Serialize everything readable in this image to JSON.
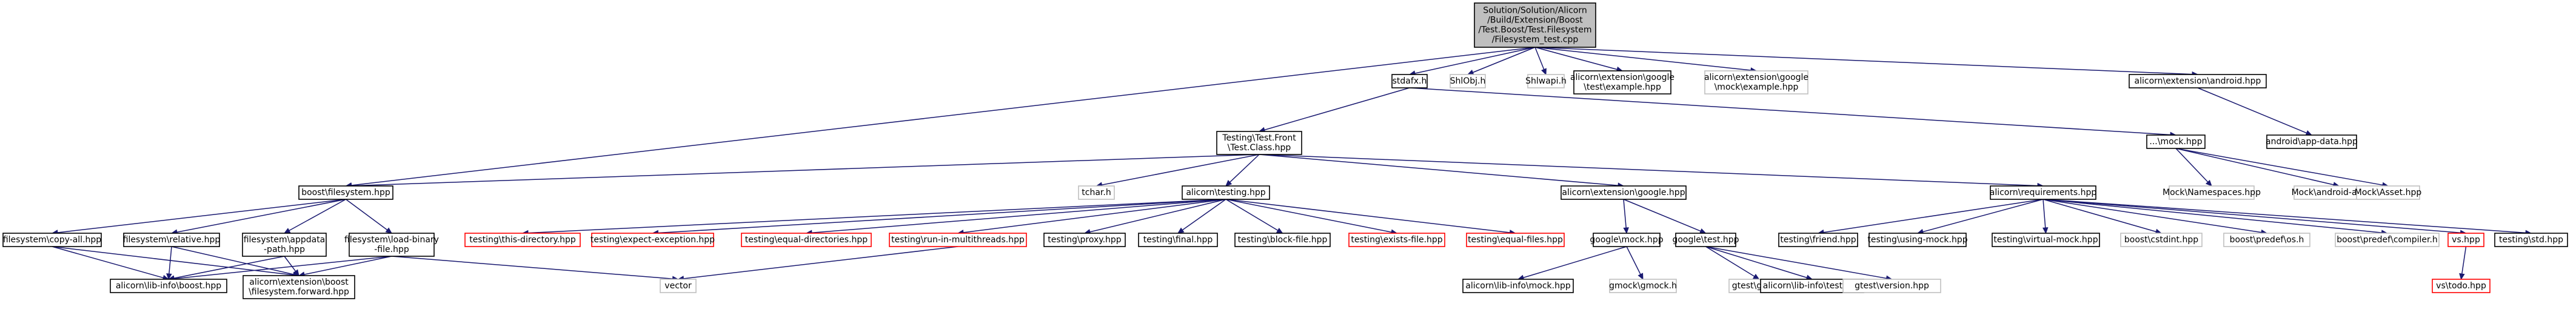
{
  "diagram": {
    "nodes": [
      {
        "id": "root",
        "lines": [
          "Solution/Solution/Alicorn",
          "/Build/Extension/Boost",
          "/Test.Boost/Test.Filesystem",
          "/Filesystem_test.cpp"
        ],
        "style": "root"
      },
      {
        "id": "stdafx",
        "lines": [
          "stdafx.h"
        ],
        "style": "normal"
      },
      {
        "id": "shlobj",
        "lines": [
          "ShlObj.h"
        ],
        "style": "missing"
      },
      {
        "id": "shlwapi",
        "lines": [
          "Shlwapi.h"
        ],
        "style": "missing"
      },
      {
        "id": "gtest_example",
        "lines": [
          "alicorn\\extension\\google",
          "\\test\\example.hpp"
        ],
        "style": "normal"
      },
      {
        "id": "gmock_example",
        "lines": [
          "alicorn\\extension\\google",
          "\\mock\\example.hpp"
        ],
        "style": "missing"
      },
      {
        "id": "android_hpp",
        "lines": [
          "alicorn\\extension\\android.hpp"
        ],
        "style": "normal"
      },
      {
        "id": "boost_fs",
        "lines": [
          "boost\\filesystem.hpp"
        ],
        "style": "normal"
      },
      {
        "id": "test_front",
        "lines": [
          "Testing\\Test.Front",
          "\\Test.Class.hpp"
        ],
        "style": "normal"
      },
      {
        "id": "mock_hpp",
        "lines": [
          "...\\mock.hpp"
        ],
        "style": "normal"
      },
      {
        "id": "android_app_data",
        "lines": [
          "android\\app-data.hpp"
        ],
        "style": "normal"
      },
      {
        "id": "tchar",
        "lines": [
          "tchar.h"
        ],
        "style": "missing"
      },
      {
        "id": "alicorn_testing",
        "lines": [
          "alicorn\\testing.hpp"
        ],
        "style": "normal"
      },
      {
        "id": "ext_google",
        "lines": [
          "alicorn\\extension\\google.hpp"
        ],
        "style": "normal"
      },
      {
        "id": "requirements",
        "lines": [
          "alicorn\\requirements.hpp"
        ],
        "style": "normal"
      },
      {
        "id": "mock_namespaces",
        "lines": [
          "Mock\\Namespaces.hpp"
        ],
        "style": "missing"
      },
      {
        "id": "mock_android_app",
        "lines": [
          "Mock\\android-app.hpp"
        ],
        "style": "missing"
      },
      {
        "id": "mock_asset",
        "lines": [
          "Mock\\Asset.hpp"
        ],
        "style": "missing"
      },
      {
        "id": "fs_copy_all",
        "lines": [
          "filesystem\\copy-all.hpp"
        ],
        "style": "normal"
      },
      {
        "id": "fs_relative",
        "lines": [
          "filesystem\\relative.hpp"
        ],
        "style": "normal"
      },
      {
        "id": "fs_appdata",
        "lines": [
          "filesystem\\appdata",
          "-path.hpp"
        ],
        "style": "normal"
      },
      {
        "id": "fs_load_binary",
        "lines": [
          "filesystem\\load-binary",
          "-file.hpp"
        ],
        "style": "normal"
      },
      {
        "id": "t_this_dir",
        "lines": [
          "testing\\this-directory.hpp"
        ],
        "style": "red"
      },
      {
        "id": "t_expect_exc",
        "lines": [
          "testing\\expect-exception.hpp"
        ],
        "style": "red"
      },
      {
        "id": "t_equal_dirs",
        "lines": [
          "testing\\equal-directories.hpp"
        ],
        "style": "red"
      },
      {
        "id": "t_run_multi",
        "lines": [
          "testing\\run-in-multithreads.hpp"
        ],
        "style": "red"
      },
      {
        "id": "t_proxy",
        "lines": [
          "testing\\proxy.hpp"
        ],
        "style": "normal"
      },
      {
        "id": "t_final",
        "lines": [
          "testing\\final.hpp"
        ],
        "style": "normal"
      },
      {
        "id": "t_block_file",
        "lines": [
          "testing\\block-file.hpp"
        ],
        "style": "normal"
      },
      {
        "id": "t_exists_file",
        "lines": [
          "testing\\exists-file.hpp"
        ],
        "style": "red"
      },
      {
        "id": "t_equal_files",
        "lines": [
          "testing\\equal-files.hpp"
        ],
        "style": "red"
      },
      {
        "id": "google_mock",
        "lines": [
          "google\\mock.hpp"
        ],
        "style": "normal"
      },
      {
        "id": "google_test",
        "lines": [
          "google\\test.hpp"
        ],
        "style": "normal"
      },
      {
        "id": "t_friend",
        "lines": [
          "testing\\friend.hpp"
        ],
        "style": "normal"
      },
      {
        "id": "t_using_mock",
        "lines": [
          "testing\\using-mock.hpp"
        ],
        "style": "normal"
      },
      {
        "id": "t_virtual_mock",
        "lines": [
          "testing\\virtual-mock.hpp"
        ],
        "style": "normal"
      },
      {
        "id": "boost_cstdint",
        "lines": [
          "boost\\cstdint.hpp"
        ],
        "style": "missing"
      },
      {
        "id": "boost_predef_os",
        "lines": [
          "boost\\predef\\os.h"
        ],
        "style": "missing"
      },
      {
        "id": "boost_predef_compiler",
        "lines": [
          "boost\\predef\\compiler.h"
        ],
        "style": "missing"
      },
      {
        "id": "vs_hpp",
        "lines": [
          "vs.hpp"
        ],
        "style": "red"
      },
      {
        "id": "t_std",
        "lines": [
          "testing\\std.hpp"
        ],
        "style": "normal"
      },
      {
        "id": "lib_boost",
        "lines": [
          "alicorn\\lib-info\\boost.hpp"
        ],
        "style": "normal"
      },
      {
        "id": "boost_fs_forward",
        "lines": [
          "alicorn\\extension\\boost",
          "\\filesystem.forward.hpp"
        ],
        "style": "normal"
      },
      {
        "id": "vector",
        "lines": [
          "vector"
        ],
        "style": "missing"
      },
      {
        "id": "lib_mock",
        "lines": [
          "alicorn\\lib-info\\mock.hpp"
        ],
        "style": "normal"
      },
      {
        "id": "gmock_h",
        "lines": [
          "gmock\\gmock.h"
        ],
        "style": "missing"
      },
      {
        "id": "gtest_h",
        "lines": [
          "gtest\\gtest.h"
        ],
        "style": "missing"
      },
      {
        "id": "lib_test",
        "lines": [
          "alicorn\\lib-info\\test.hpp"
        ],
        "style": "normal"
      },
      {
        "id": "gtest_version",
        "lines": [
          "gtest\\version.hpp"
        ],
        "style": "missing"
      },
      {
        "id": "vs_todo",
        "lines": [
          "vs\\todo.hpp"
        ],
        "style": "red"
      }
    ],
    "edges": [
      [
        "root",
        "stdafx"
      ],
      [
        "root",
        "shlobj"
      ],
      [
        "root",
        "shlwapi"
      ],
      [
        "root",
        "gtest_example"
      ],
      [
        "root",
        "gmock_example"
      ],
      [
        "root",
        "android_hpp"
      ],
      [
        "root",
        "boost_fs"
      ],
      [
        "stdafx",
        "test_front"
      ],
      [
        "stdafx",
        "mock_hpp"
      ],
      [
        "android_hpp",
        "android_app_data"
      ],
      [
        "test_front",
        "tchar"
      ],
      [
        "test_front",
        "alicorn_testing"
      ],
      [
        "test_front",
        "ext_google"
      ],
      [
        "test_front",
        "requirements"
      ],
      [
        "test_front",
        "boost_fs"
      ],
      [
        "mock_hpp",
        "mock_namespaces"
      ],
      [
        "mock_hpp",
        "mock_android_app"
      ],
      [
        "mock_hpp",
        "mock_asset"
      ],
      [
        "boost_fs",
        "fs_copy_all"
      ],
      [
        "boost_fs",
        "fs_relative"
      ],
      [
        "boost_fs",
        "fs_appdata"
      ],
      [
        "boost_fs",
        "fs_load_binary"
      ],
      [
        "alicorn_testing",
        "t_this_dir"
      ],
      [
        "alicorn_testing",
        "t_expect_exc"
      ],
      [
        "alicorn_testing",
        "t_equal_dirs"
      ],
      [
        "alicorn_testing",
        "t_run_multi"
      ],
      [
        "alicorn_testing",
        "t_proxy"
      ],
      [
        "alicorn_testing",
        "t_final"
      ],
      [
        "alicorn_testing",
        "t_block_file"
      ],
      [
        "alicorn_testing",
        "t_exists_file"
      ],
      [
        "alicorn_testing",
        "t_equal_files"
      ],
      [
        "ext_google",
        "google_mock"
      ],
      [
        "ext_google",
        "google_test"
      ],
      [
        "requirements",
        "t_friend"
      ],
      [
        "requirements",
        "t_using_mock"
      ],
      [
        "requirements",
        "t_virtual_mock"
      ],
      [
        "requirements",
        "boost_cstdint"
      ],
      [
        "requirements",
        "boost_predef_os"
      ],
      [
        "requirements",
        "boost_predef_compiler"
      ],
      [
        "requirements",
        "vs_hpp"
      ],
      [
        "requirements",
        "t_std"
      ],
      [
        "fs_copy_all",
        "lib_boost"
      ],
      [
        "fs_copy_all",
        "boost_fs_forward"
      ],
      [
        "fs_relative",
        "lib_boost"
      ],
      [
        "fs_relative",
        "boost_fs_forward"
      ],
      [
        "fs_appdata",
        "lib_boost"
      ],
      [
        "fs_appdata",
        "boost_fs_forward"
      ],
      [
        "fs_load_binary",
        "lib_boost"
      ],
      [
        "fs_load_binary",
        "boost_fs_forward"
      ],
      [
        "fs_load_binary",
        "vector"
      ],
      [
        "t_run_multi",
        "vector"
      ],
      [
        "google_mock",
        "lib_mock"
      ],
      [
        "google_mock",
        "gmock_h"
      ],
      [
        "google_test",
        "gtest_h"
      ],
      [
        "google_test",
        "lib_test"
      ],
      [
        "google_test",
        "gtest_version"
      ],
      [
        "vs_hpp",
        "vs_todo"
      ]
    ]
  }
}
